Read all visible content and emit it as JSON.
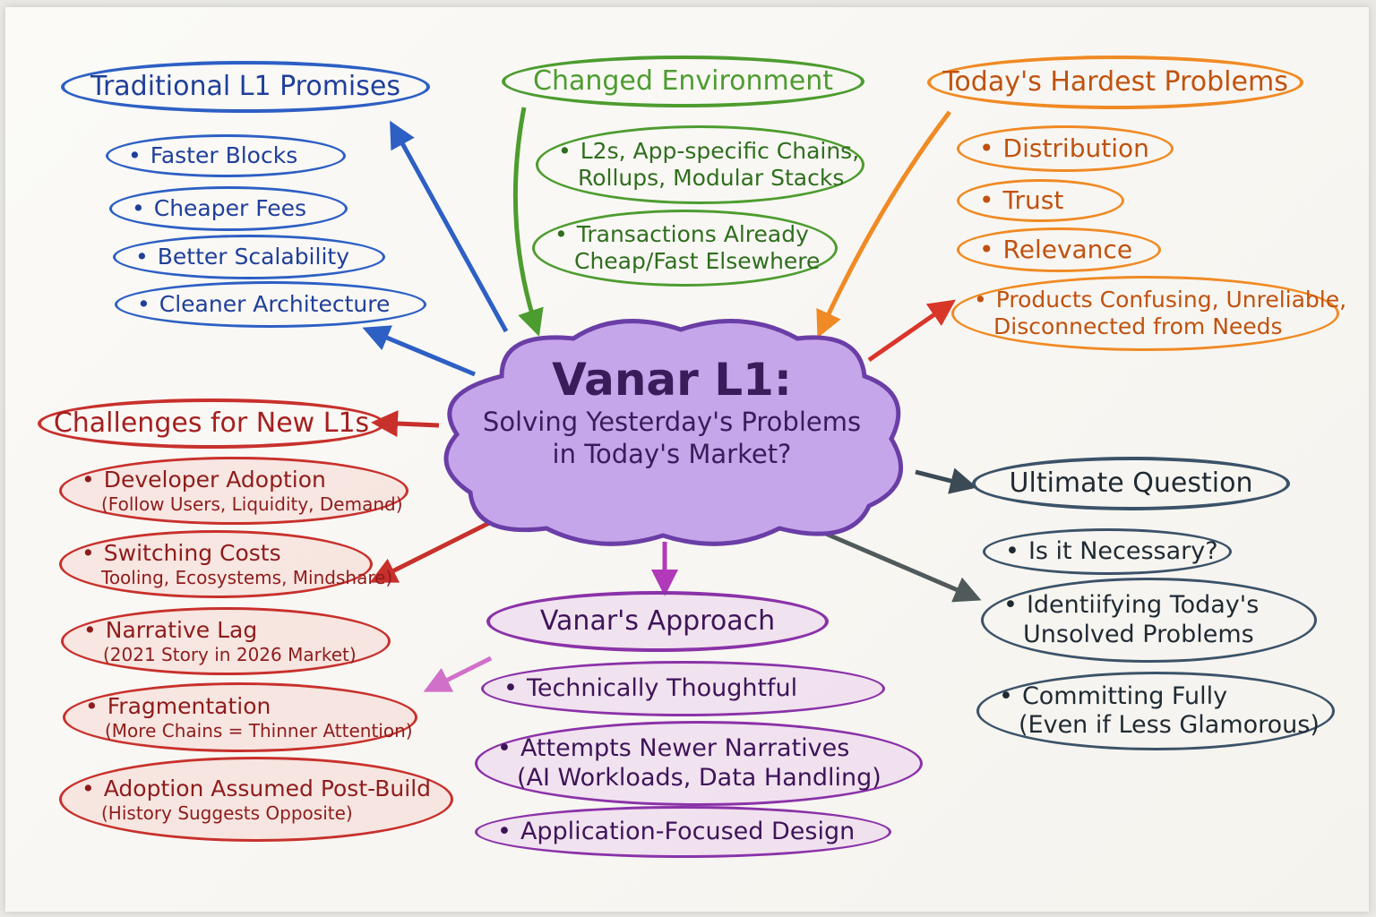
{
  "center": {
    "title": "Vanar L1:",
    "subtitle_line1": "Solving Yesterday's Problems",
    "subtitle_line2": "in Today's Market?"
  },
  "traditional": {
    "title": "Traditional L1 Promises",
    "items": [
      "Faster Blocks",
      "Cheaper Fees",
      "Better Scalability",
      "Cleaner Architecture"
    ]
  },
  "environment": {
    "title": "Changed Environment",
    "items": [
      [
        "L2s, App-specific Chains,",
        "Rollups, Modular Stacks"
      ],
      [
        "Transactions Already",
        "Cheap/Fast Elsewhere"
      ]
    ]
  },
  "hardest": {
    "title": "Today's Hardest Problems",
    "items": [
      "Distribution",
      "Trust",
      "Relevance"
    ],
    "last": [
      "Products Confusing, Unreliable,",
      "Disconnected from Needs"
    ]
  },
  "challenges": {
    "title": "Challenges for New L1s",
    "items": [
      {
        "main": "Developer Adoption",
        "sub": "(Follow Users, Liquidity, Demand)"
      },
      {
        "main": "Switching Costs",
        "sub": "Tooling, Ecosystems, Mindshare)"
      },
      {
        "main": "Narrative Lag",
        "sub": "(2021 Story in 2026 Market)"
      },
      {
        "main": "Fragmentation",
        "sub": "(More Chains = Thinner Attention)"
      },
      {
        "main": "Adoption Assumed Post-Build",
        "sub": "(History Suggests Opposite)"
      }
    ]
  },
  "ultimate": {
    "title": "Ultimate Question",
    "items": [
      [
        "Is it Necessary?"
      ],
      [
        "Identiifying Today's",
        "Unsolved Problems"
      ],
      [
        "Committing Fully",
        "(Even if Less Glamorous)"
      ]
    ]
  },
  "approach": {
    "title": "Vanar's Approach",
    "items": [
      [
        "Technically Thoughtful"
      ],
      [
        "Attempts Newer Narratives",
        "(AI Workloads, Data Handling)"
      ],
      [
        "Application-Focused Design"
      ]
    ]
  },
  "colors": {
    "blue": "#2d5fc4",
    "green": "#4d9c2f",
    "orange": "#f08a24",
    "red": "#c8302c",
    "slate": "#3b5268",
    "purple": "#8a32a8",
    "cloud": "#b48ce0"
  }
}
